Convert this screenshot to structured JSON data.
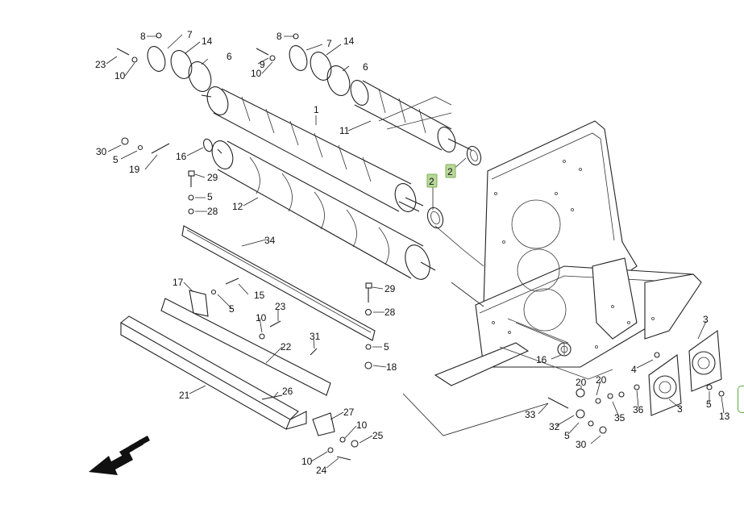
{
  "diagram": {
    "callouts": {
      "c8a": "8",
      "c7a": "7",
      "c14a": "14",
      "c6a": "6",
      "c23a": "23",
      "c10a": "10",
      "c8b": "8",
      "c7b": "7",
      "c14b": "14",
      "c9": "9",
      "c6b": "6",
      "c10b": "10",
      "c1": "1",
      "c11": "11",
      "c30a": "30",
      "c5a": "5",
      "c16a": "16",
      "c19": "19",
      "c29a": "29",
      "c5b": "5",
      "c28a": "28",
      "c12": "12",
      "c2a": "2",
      "c2b": "2",
      "c34": "34",
      "c17": "17",
      "c15": "15",
      "c5c": "5",
      "c10c": "10",
      "c23b": "23",
      "c31": "31",
      "c22": "22",
      "c29b": "29",
      "c28b": "28",
      "c5d": "5",
      "c18": "18",
      "c21": "21",
      "c26": "26",
      "c27": "27",
      "c10d": "10",
      "c25": "25",
      "c10e": "10",
      "c24": "24",
      "c16b": "16",
      "c20a": "20",
      "c20b": "20",
      "c4": "4",
      "c3a": "3",
      "c3b": "3",
      "c5e": "5",
      "c13": "13",
      "c33": "33",
      "c32": "32",
      "c5f": "5",
      "c30b": "30",
      "c35": "35",
      "c36": "36"
    },
    "highlighted": [
      "2"
    ]
  },
  "colors": {
    "line": "#222222",
    "highlight_fill": "#b9d89a",
    "edge_tab": "#5aaa3c"
  }
}
